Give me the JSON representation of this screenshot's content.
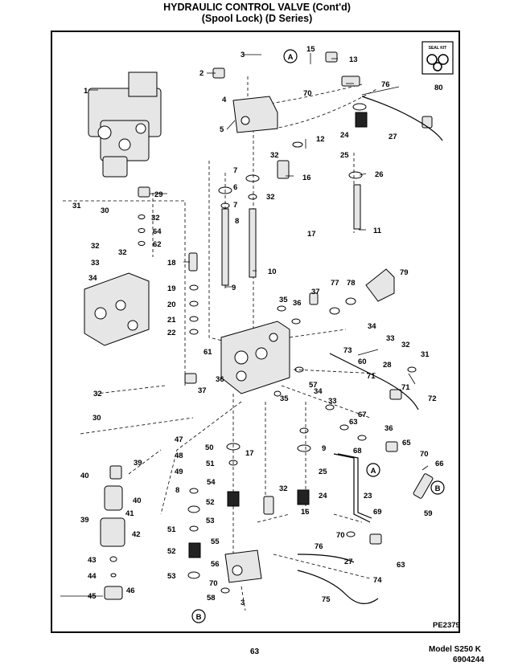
{
  "page": {
    "title_line1": "HYDRAULIC CONTROL VALVE (Cont'd)",
    "title_line2": "(Spool Lock) (D Series)",
    "figure_id": "PE2379",
    "page_number": "63",
    "model": "Model S250 K",
    "part_number": "6904244",
    "seal_kit_label": "SEAL KIT"
  },
  "callouts": [
    {
      "id": "c1",
      "text": "1"
    },
    {
      "id": "c2",
      "text": "2"
    },
    {
      "id": "c3a",
      "text": "3"
    },
    {
      "id": "c3b",
      "text": "3"
    },
    {
      "id": "c4",
      "text": "4"
    },
    {
      "id": "c5",
      "text": "5"
    },
    {
      "id": "c6",
      "text": "6"
    },
    {
      "id": "c7a",
      "text": "7"
    },
    {
      "id": "c7b",
      "text": "7"
    },
    {
      "id": "c8a",
      "text": "8"
    },
    {
      "id": "c8b",
      "text": "8"
    },
    {
      "id": "c9a",
      "text": "9"
    },
    {
      "id": "c9b",
      "text": "9"
    },
    {
      "id": "c10",
      "text": "10"
    },
    {
      "id": "c11",
      "text": "11"
    },
    {
      "id": "c12",
      "text": "12"
    },
    {
      "id": "c13",
      "text": "13"
    },
    {
      "id": "c15",
      "text": "15"
    },
    {
      "id": "c16a",
      "text": "16"
    },
    {
      "id": "c16b",
      "text": "16"
    },
    {
      "id": "c17a",
      "text": "17"
    },
    {
      "id": "c17b",
      "text": "17"
    },
    {
      "id": "c18",
      "text": "18"
    },
    {
      "id": "c19",
      "text": "19"
    },
    {
      "id": "c20",
      "text": "20"
    },
    {
      "id": "c21",
      "text": "21"
    },
    {
      "id": "c22",
      "text": "22"
    },
    {
      "id": "c23",
      "text": "23"
    },
    {
      "id": "c24a",
      "text": "24"
    },
    {
      "id": "c24b",
      "text": "24"
    },
    {
      "id": "c25a",
      "text": "25"
    },
    {
      "id": "c25b",
      "text": "25"
    },
    {
      "id": "c26",
      "text": "26"
    },
    {
      "id": "c27a",
      "text": "27"
    },
    {
      "id": "c27b",
      "text": "27"
    },
    {
      "id": "c28",
      "text": "28"
    },
    {
      "id": "c29",
      "text": "29"
    },
    {
      "id": "c30a",
      "text": "30"
    },
    {
      "id": "c30b",
      "text": "30"
    },
    {
      "id": "c31a",
      "text": "31"
    },
    {
      "id": "c31b",
      "text": "31"
    },
    {
      "id": "c32a",
      "text": "32"
    },
    {
      "id": "c32b",
      "text": "32"
    },
    {
      "id": "c32c",
      "text": "32"
    },
    {
      "id": "c32d",
      "text": "32"
    },
    {
      "id": "c32e",
      "text": "32"
    },
    {
      "id": "c32f",
      "text": "32"
    },
    {
      "id": "c32g",
      "text": "32"
    },
    {
      "id": "c32h",
      "text": "32"
    },
    {
      "id": "c33a",
      "text": "33"
    },
    {
      "id": "c33b",
      "text": "33"
    },
    {
      "id": "c33c",
      "text": "33"
    },
    {
      "id": "c34a",
      "text": "34"
    },
    {
      "id": "c34b",
      "text": "34"
    },
    {
      "id": "c34c",
      "text": "34"
    },
    {
      "id": "c35a",
      "text": "35"
    },
    {
      "id": "c35b",
      "text": "35"
    },
    {
      "id": "c36a",
      "text": "36"
    },
    {
      "id": "c36b",
      "text": "36"
    },
    {
      "id": "c36c",
      "text": "36"
    },
    {
      "id": "c37a",
      "text": "37"
    },
    {
      "id": "c37b",
      "text": "37"
    },
    {
      "id": "c39a",
      "text": "39"
    },
    {
      "id": "c39b",
      "text": "39"
    },
    {
      "id": "c40a",
      "text": "40"
    },
    {
      "id": "c40b",
      "text": "40"
    },
    {
      "id": "c41",
      "text": "41"
    },
    {
      "id": "c42",
      "text": "42"
    },
    {
      "id": "c43",
      "text": "43"
    },
    {
      "id": "c44",
      "text": "44"
    },
    {
      "id": "c45",
      "text": "45"
    },
    {
      "id": "c46",
      "text": "46"
    },
    {
      "id": "c47",
      "text": "47"
    },
    {
      "id": "c48",
      "text": "48"
    },
    {
      "id": "c49",
      "text": "49"
    },
    {
      "id": "c50",
      "text": "50"
    },
    {
      "id": "c51a",
      "text": "51"
    },
    {
      "id": "c51b",
      "text": "51"
    },
    {
      "id": "c52a",
      "text": "52"
    },
    {
      "id": "c52b",
      "text": "52"
    },
    {
      "id": "c53a",
      "text": "53"
    },
    {
      "id": "c53b",
      "text": "53"
    },
    {
      "id": "c54",
      "text": "54"
    },
    {
      "id": "c55",
      "text": "55"
    },
    {
      "id": "c56",
      "text": "56"
    },
    {
      "id": "c57",
      "text": "57"
    },
    {
      "id": "c58",
      "text": "58"
    },
    {
      "id": "c59",
      "text": "59"
    },
    {
      "id": "c60",
      "text": "60"
    },
    {
      "id": "c61",
      "text": "61"
    },
    {
      "id": "c62",
      "text": "62"
    },
    {
      "id": "c63a",
      "text": "63"
    },
    {
      "id": "c63b",
      "text": "63"
    },
    {
      "id": "c64",
      "text": "64"
    },
    {
      "id": "c65",
      "text": "65"
    },
    {
      "id": "c66",
      "text": "66"
    },
    {
      "id": "c67",
      "text": "67"
    },
    {
      "id": "c68",
      "text": "68"
    },
    {
      "id": "c69",
      "text": "69"
    },
    {
      "id": "c70a",
      "text": "70"
    },
    {
      "id": "c70b",
      "text": "70"
    },
    {
      "id": "c70c",
      "text": "70"
    },
    {
      "id": "c70d",
      "text": "70"
    },
    {
      "id": "c71a",
      "text": "71"
    },
    {
      "id": "c71b",
      "text": "71"
    },
    {
      "id": "c72",
      "text": "72"
    },
    {
      "id": "c73",
      "text": "73"
    },
    {
      "id": "c74",
      "text": "74"
    },
    {
      "id": "c75",
      "text": "75"
    },
    {
      "id": "c76a",
      "text": "76"
    },
    {
      "id": "c76b",
      "text": "76"
    },
    {
      "id": "c77",
      "text": "77"
    },
    {
      "id": "c78",
      "text": "78"
    },
    {
      "id": "c79",
      "text": "79"
    },
    {
      "id": "c80",
      "text": "80"
    }
  ],
  "connectors": [
    {
      "id": "A1",
      "text": "A"
    },
    {
      "id": "A2",
      "text": "A"
    },
    {
      "id": "B1",
      "text": "B"
    },
    {
      "id": "B2",
      "text": "B"
    }
  ]
}
